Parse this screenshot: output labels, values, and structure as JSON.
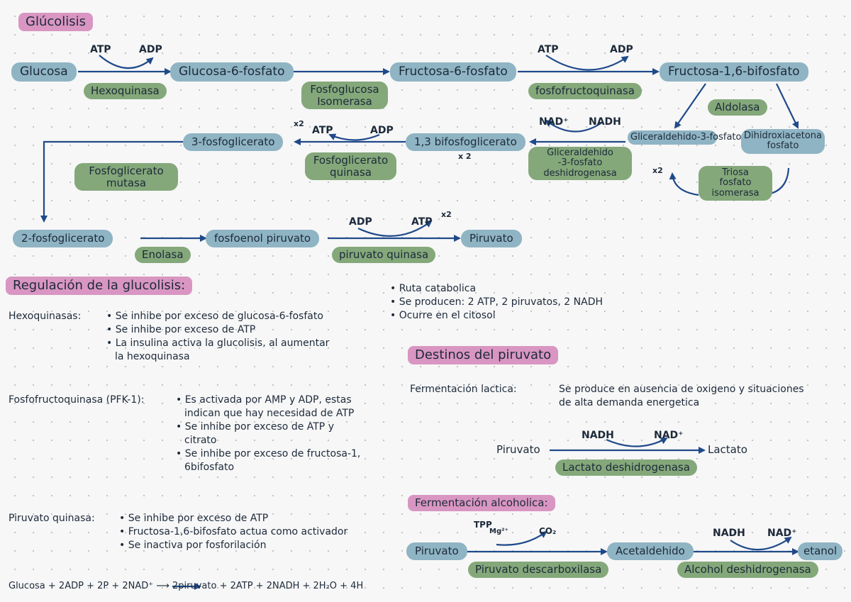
{
  "title": "Glúcolisis",
  "molecules": {
    "glucosa": "Glucosa",
    "g6p": "Glucosa-6-fosfato",
    "f6p": "Fructosa-6-fosfato",
    "f16bp": "Fructosa-1,6-bifosfato",
    "gap": "Gliceraldehido-3-fosfato",
    "dhap": "Dihidroxiacetona fosfato",
    "bpg": "1,3 bifosfoglicerato",
    "pg3": "3-fosfoglicerato",
    "pg2": "2-fosfoglicerato",
    "pep": "fosfoenol piruvato",
    "piruvato": "Piruvato"
  },
  "enzymes": {
    "hexoquinasa": "Hexoquinasa",
    "fosfoglucosa_1": "Fosfoglucosa",
    "fosfoglucosa_2": "Isomerasa",
    "pfk": "fosfofructoquinasa",
    "aldolasa": "Aldolasa",
    "triosa_1": "Triosa",
    "triosa_2": "fosfato",
    "triosa_3": "isomerasa",
    "gapdh_1": "Gliceraldehido",
    "gapdh_2": "-3-fosfato",
    "gapdh_3": "deshidrogenasa",
    "pgk_1": "Fosfoglicerato",
    "pgk_2": "quinasa",
    "pgm_1": "Fosfoglicerato",
    "pgm_2": "mutasa",
    "enolasa": "Enolasa",
    "pk": "piruvato quinasa"
  },
  "cofactors": {
    "atp": "ATP",
    "adp": "ADP",
    "nad": "NAD⁺",
    "nadh": "NADH",
    "x2": "x2",
    "x2b": "x 2",
    "co2": "CO₂",
    "tpp": "TPP",
    "mg": "Mg²⁺"
  },
  "regulation": {
    "title": "Regulación de la glucolisis:",
    "hexo_label": "Hexoquinasas:",
    "hexo_lines": [
      "• Se inhibe por exceso de glucosa-6-fosfato",
      "• Se inhibe por exceso de ATP",
      "• La insulina activa la glucolisis, al aumentar",
      "  la hexoquinasa"
    ],
    "pfk_label": "Fosfofructoquinasa (PFK-1):",
    "pfk_lines": [
      "• Es activada por AMP y ADP, estas",
      "  indican que hay necesidad de ATP",
      "• Se inhibe por exceso de ATP y",
      "  citrato",
      "• Se inhibe por exceso de fructosa-1,",
      "  6bifosfato"
    ],
    "pk_label": "Piruvato quinasa:",
    "pk_lines": [
      "• Se inhibe por exceso de ATP",
      "• Fructosa-1,6-bifosfato actua como activador",
      "• Se inactiva por fosforilación"
    ],
    "equation": "Glucosa + 2ADP + 2P + 2NAD⁺ ⟶ 2piruvato + 2ATP + 2NADH + 2H₂O + 4H"
  },
  "notes": [
    "• Ruta catabolica",
    "• Se producen: 2 ATP, 2 piruvatos, 2 NADH",
    "• Ocurre en el citosol"
  ],
  "destinos": {
    "title": "Destinos del piruvato",
    "lactica_label": "Fermentación lactica:",
    "lactica_desc_1": "Se produce en ausencia de oxigeno y situaciones",
    "lactica_desc_2": "de alta demanda energetica",
    "lact_piruvato": "Piruvato",
    "lactato": "Lactato",
    "ldh": "Lactato deshidrogenasa",
    "alcoholica_title": "Fermentación alcoholica:",
    "alc_piruvato": "Piruvato",
    "acetaldehido": "Acetaldehido",
    "etanol": "etanol",
    "pdc": "Piruvato descarboxilasa",
    "adh": "Alcohol deshidrogenasa"
  }
}
